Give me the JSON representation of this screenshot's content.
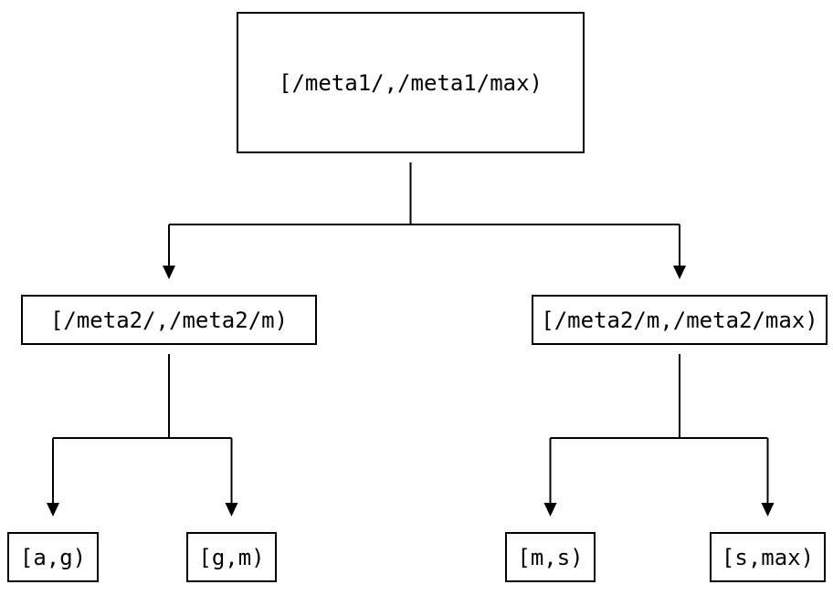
{
  "diagram": {
    "type": "tree",
    "background_color": "#ffffff",
    "line_color": "#000000",
    "text_color": "#000000",
    "arrow_style": "filled-triangle",
    "nodes": {
      "root": {
        "label": "[/meta1/,/meta1/max)"
      },
      "left": {
        "label": "[/meta2/,/meta2/m)"
      },
      "right": {
        "label": "[/meta2/m,/meta2/max)"
      },
      "left_left": {
        "label": "[a,g)"
      },
      "left_right": {
        "label": "[g,m)"
      },
      "right_left": {
        "label": "[m,s)"
      },
      "right_right": {
        "label": "[s,max)"
      }
    },
    "edges": [
      {
        "from": "root",
        "to": "left"
      },
      {
        "from": "root",
        "to": "right"
      },
      {
        "from": "left",
        "to": "left_left"
      },
      {
        "from": "left",
        "to": "left_right"
      },
      {
        "from": "right",
        "to": "right_left"
      },
      {
        "from": "right",
        "to": "right_right"
      }
    ]
  }
}
